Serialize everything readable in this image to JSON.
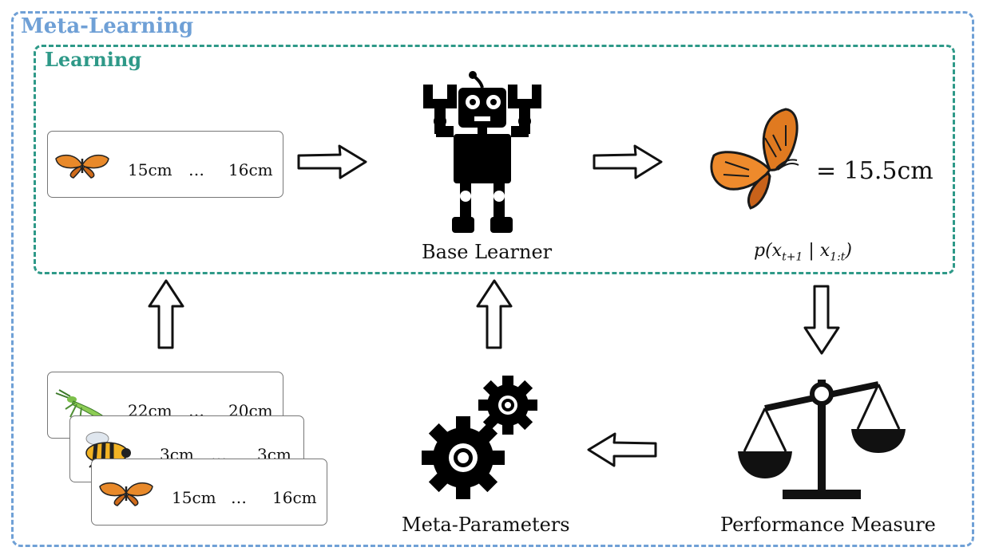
{
  "outer": {
    "title": "Meta-Learning",
    "color": "#6fa0d6"
  },
  "inner": {
    "title": "Learning",
    "color": "#2e9988"
  },
  "train_card": {
    "first": "15cm",
    "ellipsis": "…",
    "last": "16cm",
    "icon": "butterfly-icon"
  },
  "base_learner": {
    "label": "Base Learner",
    "icon": "robot-icon"
  },
  "prediction": {
    "value": "= 15.5cm",
    "formula": "p(x",
    "formula_sub1": "t+1",
    "formula_mid": " | x",
    "formula_sub2": "1:t",
    "formula_end": ")",
    "icon": "butterfly-icon"
  },
  "meta_cards": [
    {
      "first": "22cm",
      "ellipsis": "…",
      "last": "20cm",
      "icon": "mantis-icon"
    },
    {
      "first": "3cm",
      "ellipsis": "…",
      "last": "3cm",
      "icon": "bee-icon"
    },
    {
      "first": "15cm",
      "ellipsis": "…",
      "last": "16cm",
      "icon": "butterfly-icon"
    }
  ],
  "meta_parameters": {
    "label": "Meta-Parameters",
    "icon": "gears-icon"
  },
  "performance": {
    "label": "Performance Measure",
    "icon": "scale-icon"
  }
}
